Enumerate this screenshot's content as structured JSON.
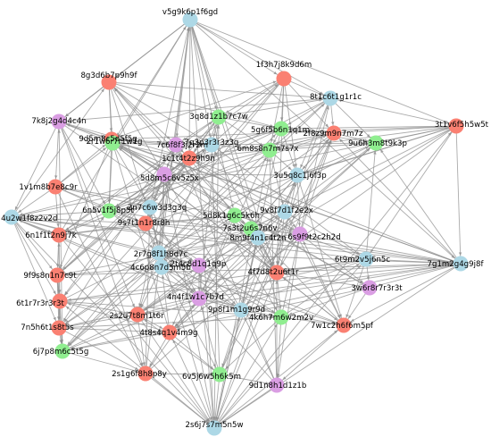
{
  "colors": {
    "red": "#fa8072",
    "green": "#90ee90",
    "blue": "#add8e6",
    "violet": "#da9ee3",
    "edge": "#8f8f8f"
  },
  "graph": {
    "nodes": [
      {
        "label": "v5g9k6p1f6gd",
        "color": "blue"
      },
      {
        "label": "1f3h7j8k9d6m",
        "color": "red"
      },
      {
        "label": "8g3d6b7p9h9f",
        "color": "red"
      },
      {
        "label": "8t1c6t1g1r1c",
        "color": "blue"
      },
      {
        "label": "7k8j2g4d4c4n",
        "color": "violet"
      },
      {
        "label": "3q8d1z1b7c7w",
        "color": "green"
      },
      {
        "label": "3t1v6f5h5w5t",
        "color": "red"
      },
      {
        "label": "9d5m8c5d5f5g",
        "color": "red"
      },
      {
        "label": "7c6f8f3j2r2m",
        "color": "violet"
      },
      {
        "label": "7q3p3r3r3z3g",
        "color": "blue"
      },
      {
        "label": "5g6f5b6n1q1m",
        "color": "green"
      },
      {
        "label": "2f8z9m9n7m7z",
        "color": "red"
      },
      {
        "label": "2r1w6r7r1w1g",
        "color": "green"
      },
      {
        "label": "5d8m5c6v5z5x",
        "color": "violet"
      },
      {
        "label": "1c1t4t2z9h9n",
        "color": "red"
      },
      {
        "label": "6m8s8n7m7s7x",
        "color": "green"
      },
      {
        "label": "9u6h3m8t9k3p",
        "color": "green"
      },
      {
        "label": "3u5q8c1j6f3p",
        "color": "blue"
      },
      {
        "label": "1v1m8b7e8c9r",
        "color": "red"
      },
      {
        "label": "6n5v1f5j8p5t",
        "color": "green"
      },
      {
        "label": "2n7c6w3d3g3q",
        "color": "blue"
      },
      {
        "label": "5d8k1g6c5k6h",
        "color": "green"
      },
      {
        "label": "9v8f7d1f2e2x",
        "color": "blue"
      },
      {
        "label": "4u2w1f8z2v2d",
        "color": "blue"
      },
      {
        "label": "9s7t1n1r8r8h",
        "color": "red"
      },
      {
        "label": "7s3t2u6s7n6v",
        "color": "green"
      },
      {
        "label": "6n1f1t2n9j7k",
        "color": "red"
      },
      {
        "label": "8m9f4n1c4t2n",
        "color": "blue"
      },
      {
        "label": "6s9f9t2c2h2d",
        "color": "violet"
      },
      {
        "label": "2r7g8f1h8d7c",
        "color": "blue"
      },
      {
        "label": "4c6p8n7d5m5b",
        "color": "blue"
      },
      {
        "label": "2t4c8d1q1q9p",
        "color": "violet"
      },
      {
        "label": "6t9m2v5j6n5c",
        "color": "blue"
      },
      {
        "label": "4f7d8t2u6t1r",
        "color": "red"
      },
      {
        "label": "7g1m2g4g9j8f",
        "color": "blue"
      },
      {
        "label": "9f9s8n1n7c9t",
        "color": "red"
      },
      {
        "label": "3w6r8r7r3r3t",
        "color": "violet"
      },
      {
        "label": "6t1r7r3r3r3t",
        "color": "red"
      },
      {
        "label": "4n4f1w1c7b7d",
        "color": "violet"
      },
      {
        "label": "9p8f1m1g9r9d",
        "color": "blue"
      },
      {
        "label": "2s2u7t8m1t6r",
        "color": "red"
      },
      {
        "label": "4k6h7m6w2m2v",
        "color": "green"
      },
      {
        "label": "7w1c2h6f6m5pf",
        "color": "red"
      },
      {
        "label": "7n5h6t1s8t5s",
        "color": "red"
      },
      {
        "label": "4t8s4q1v4m9g",
        "color": "red"
      },
      {
        "label": "6j7p8m6c5t5g",
        "color": "green"
      },
      {
        "label": "2s1g6f8h8p8y",
        "color": "red"
      },
      {
        "label": "6v5j6w5h6k5m",
        "color": "green"
      },
      {
        "label": "9d1n8h1d1z1b",
        "color": "violet"
      },
      {
        "label": "2s6j7s7m5n5w",
        "color": "blue"
      }
    ]
  }
}
